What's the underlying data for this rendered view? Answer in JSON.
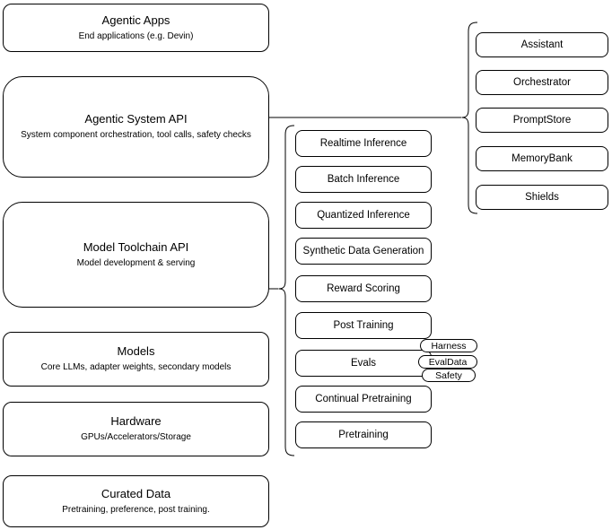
{
  "canvas": {
    "background": "#ffffff",
    "stroke_color": "#000000",
    "text_color": "#000000"
  },
  "stack": {
    "agentic_apps": {
      "title": "Agentic Apps",
      "subtitle": "End applications (e.g. Devin)"
    },
    "agentic_system_api": {
      "title": "Agentic System API",
      "subtitle": "System component orchestration, tool calls, safety checks"
    },
    "model_toolchain_api": {
      "title": "Model Toolchain API",
      "subtitle": "Model development & serving"
    },
    "models": {
      "title": "Models",
      "subtitle": "Core LLMs, adapter weights, secondary models"
    },
    "hardware": {
      "title": "Hardware",
      "subtitle": "GPUs/Accelerators/Storage"
    },
    "curated_data": {
      "title": "Curated Data",
      "subtitle": "Pretraining, preference, post training."
    }
  },
  "toolchain_items": [
    "Realtime Inference",
    "Batch Inference",
    "Quantized Inference",
    "Synthetic Data Generation",
    "Reward Scoring",
    "Post Training",
    "Evals",
    "Continual Pretraining",
    "Pretraining"
  ],
  "eval_tags": [
    "Harness",
    "EvalData",
    "Safety"
  ],
  "system_components": [
    "Assistant",
    "Orchestrator",
    "PromptStore",
    "MemoryBank",
    "Shields"
  ]
}
